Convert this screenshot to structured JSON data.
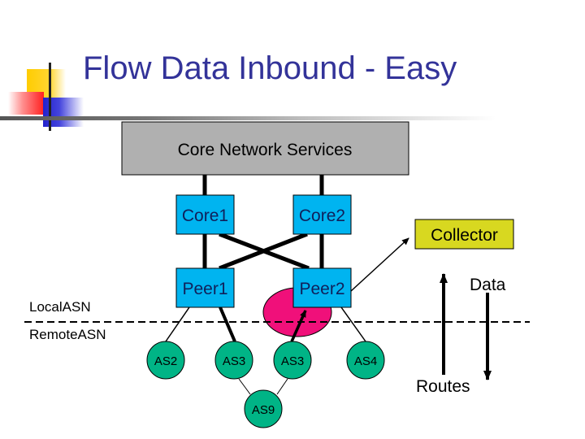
{
  "slide": {
    "title": "Flow Data Inbound - Easy"
  },
  "diagram": {
    "core_services": {
      "label": "Core Network Services",
      "color": "#b0b0b0"
    },
    "routers": [
      {
        "id": "core1",
        "label": "Core1"
      },
      {
        "id": "core2",
        "label": "Core2"
      },
      {
        "id": "peer1",
        "label": "Peer1"
      },
      {
        "id": "peer2",
        "label": "Peer2"
      }
    ],
    "router_color": "#00b4f0",
    "as_nodes": [
      {
        "id": "as2",
        "label": "AS2"
      },
      {
        "id": "as3a",
        "label": "AS3"
      },
      {
        "id": "as3b",
        "label": "AS3"
      },
      {
        "id": "as4",
        "label": "AS4"
      },
      {
        "id": "as9",
        "label": "AS9"
      }
    ],
    "as_color": "#00b486",
    "highlight_color": "#f0107a",
    "collector": {
      "label": "Collector",
      "color": "#d8d820"
    },
    "boundary": {
      "local_label": "LocalASN",
      "remote_label": "RemoteASN"
    },
    "flow_labels": {
      "data": "Data",
      "routes": "Routes"
    }
  }
}
